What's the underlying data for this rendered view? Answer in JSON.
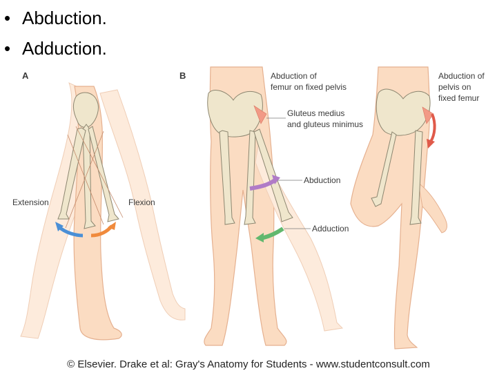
{
  "bullets": [
    {
      "marker": "•",
      "text": "Abduction."
    },
    {
      "marker": "•",
      "text": "Adduction."
    }
  ],
  "figure": {
    "panel_a": {
      "letter": "A",
      "labels": {
        "extension": "Extension",
        "flexion": "Flexion"
      }
    },
    "panel_b": {
      "letter": "B",
      "labels": {
        "abduction_femur_1": "Abduction of",
        "abduction_femur_2": "femur on fixed pelvis",
        "gluteus_1": "Gluteus medius",
        "gluteus_2": "and gluteus minimus",
        "abduction": "Abduction",
        "adduction": "Adduction",
        "abduction_pelvis_1": "Abduction of",
        "abduction_pelvis_2": "pelvis on",
        "abduction_pelvis_3": "fixed femur"
      }
    },
    "caption": "© Elsevier. Drake et al: Gray's Anatomy for Students - www.studentconsult.com"
  },
  "colors": {
    "skin": "#fbdcc2",
    "skin_outline": "#e5b08f",
    "bone": "#efe6cc",
    "bone_outline": "#8c8670",
    "muscle": "#f29a86",
    "arrow_blue": "#4a8fd6",
    "arrow_orange": "#f08a3c",
    "arrow_purple": "#b07bc7",
    "arrow_green": "#62b86e",
    "arrow_red": "#e05a4a"
  }
}
